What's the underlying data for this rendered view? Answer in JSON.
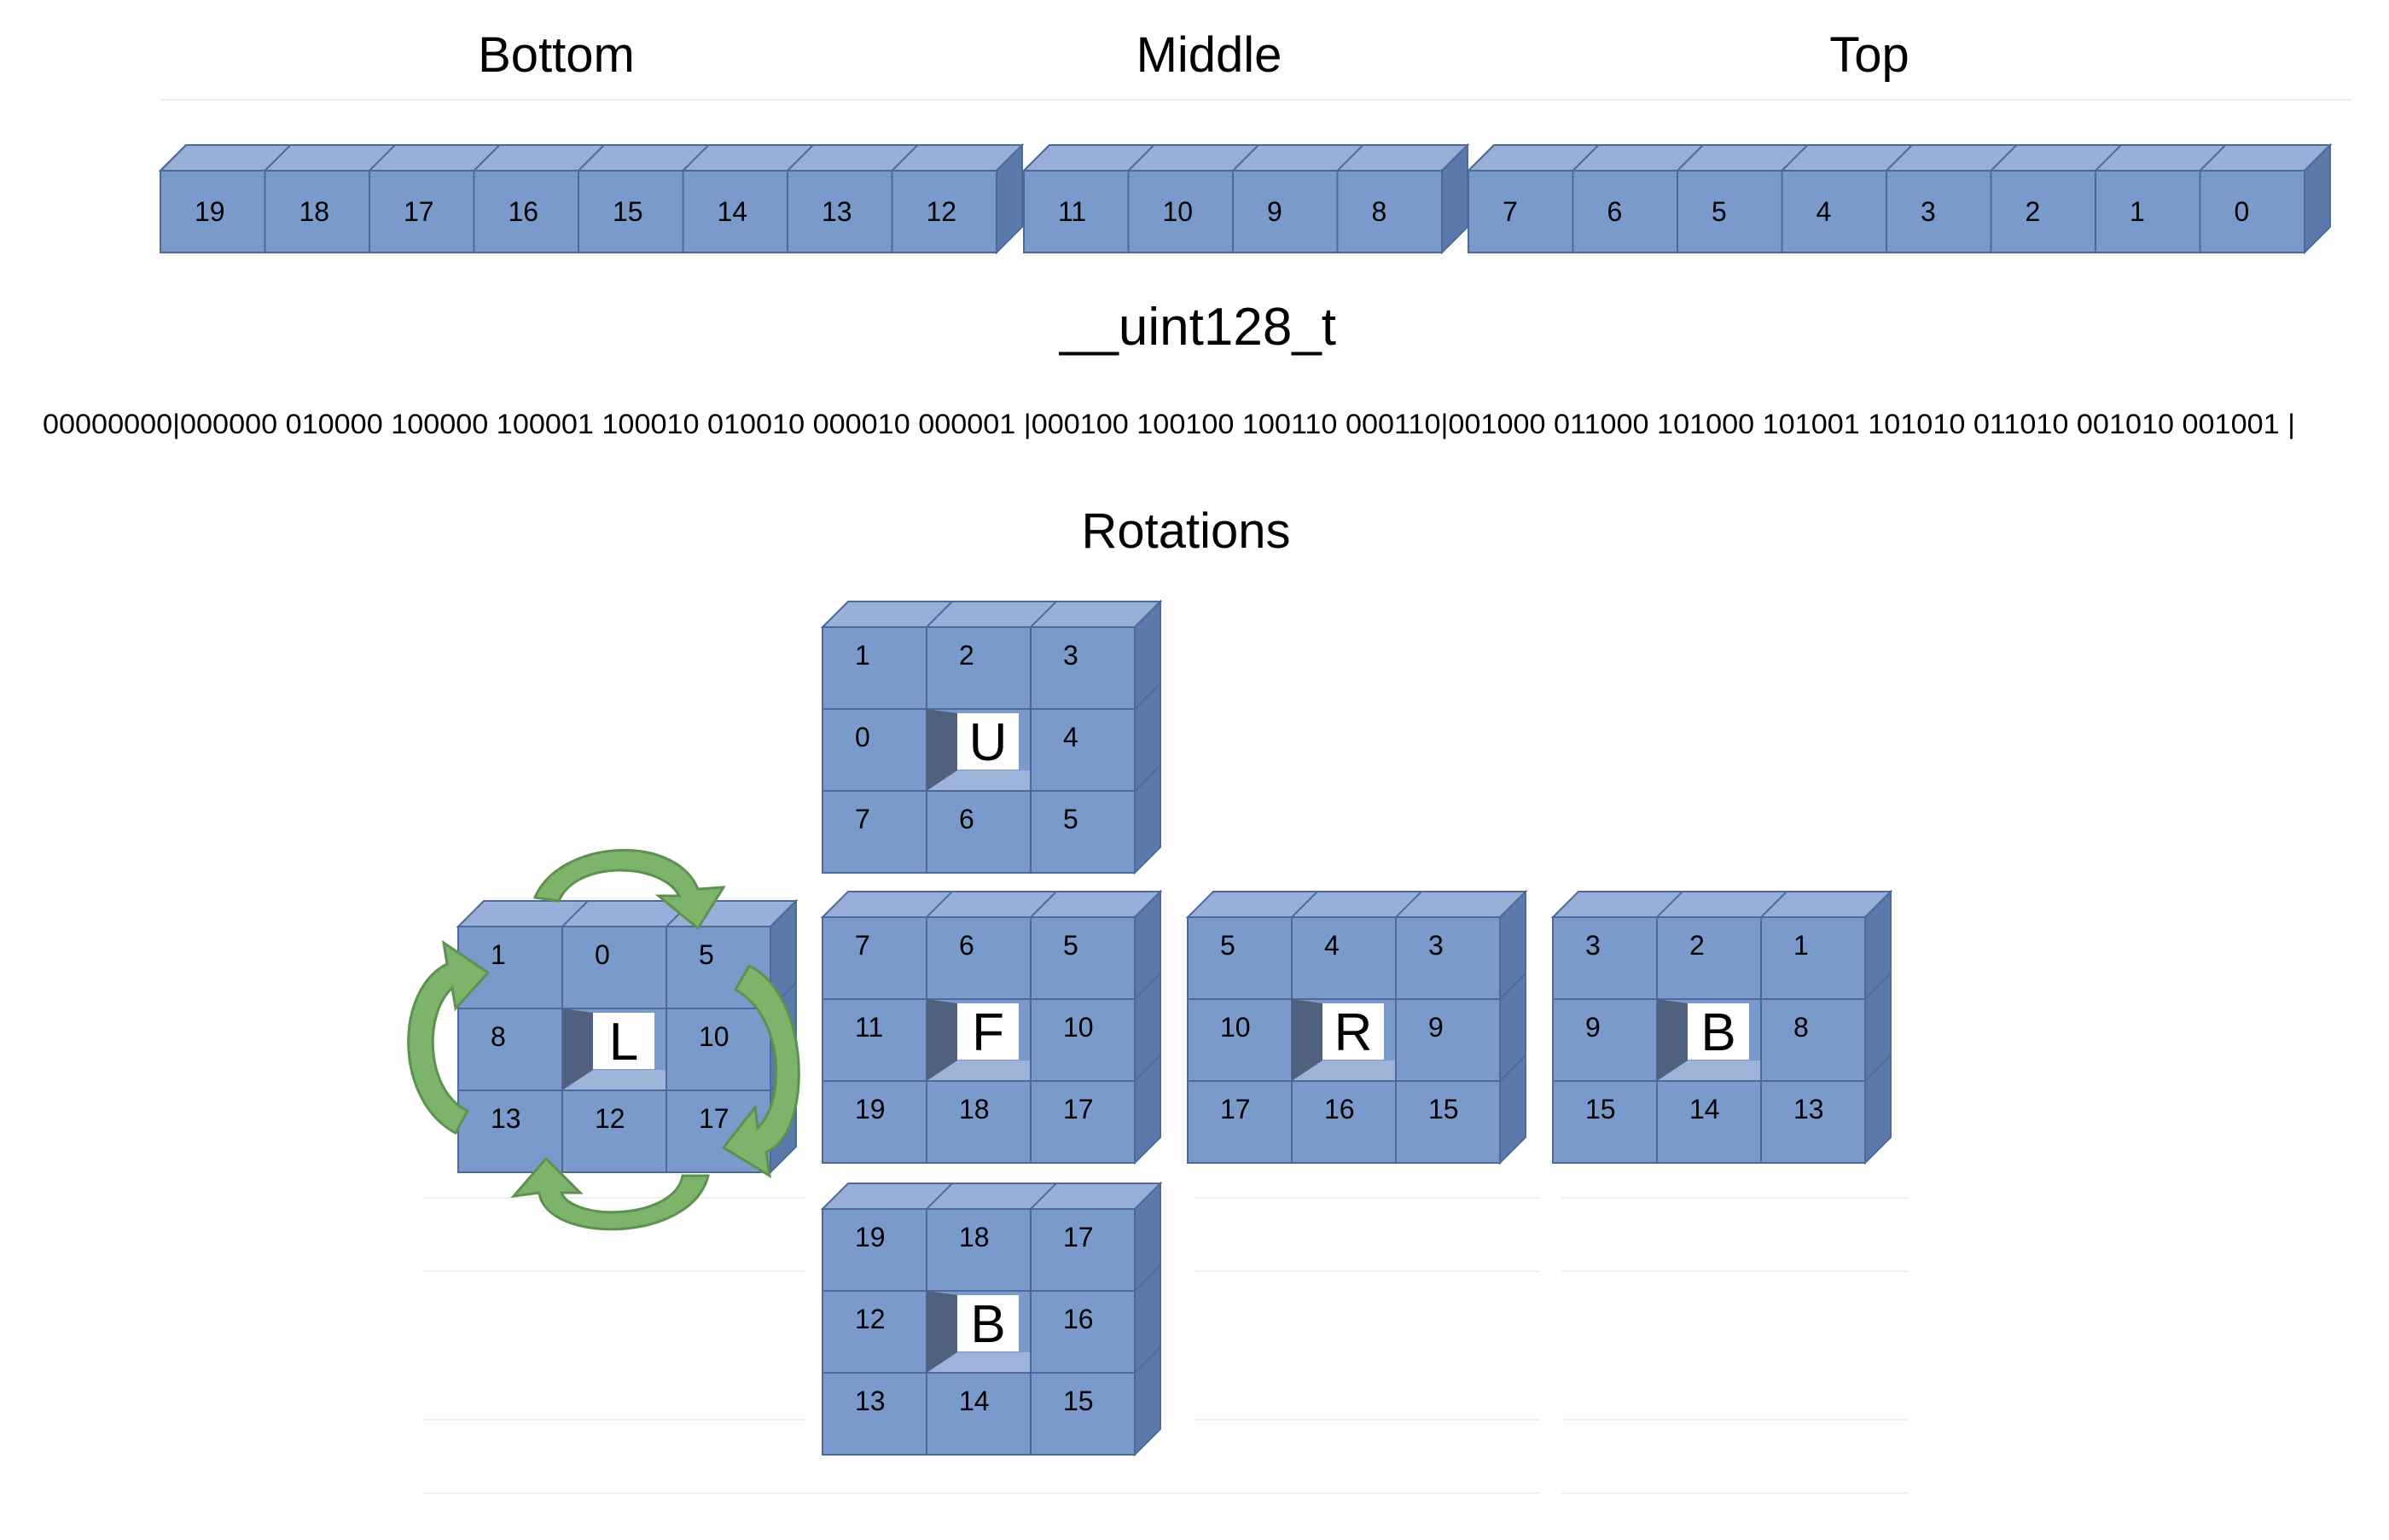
{
  "colors": {
    "cube_front": "#7a9acb",
    "cube_top": "#98b0d8",
    "cube_side": "#5b79aa",
    "cube_border": "#4d6a99",
    "hole_dark": "#50617f",
    "hole_light": "#9eb3d8",
    "arrow_fill": "#7db46c",
    "arrow_stroke": "#5d9150",
    "text": "#000000"
  },
  "sections": {
    "bottom": "Bottom",
    "middle": "Middle",
    "top": "Top"
  },
  "register": {
    "bottom_cells": [
      "19",
      "18",
      "17",
      "16",
      "15",
      "14",
      "13",
      "12"
    ],
    "middle_cells": [
      "11",
      "10",
      "9",
      "8"
    ],
    "top_cells": [
      "7",
      "6",
      "5",
      "4",
      "3",
      "2",
      "1",
      "0"
    ]
  },
  "type_label": "__uint128_t",
  "bitstring": "00000000|000000 010000 100000 100001 100010 010010 000010 000001 |000100 100100 100110 000110|001000 011000 101000 101001 101010 011010 001010 001001 |",
  "rotations_title": "Rotations",
  "faces": [
    {
      "id": "U",
      "label": "U",
      "cells": [
        "1",
        "2",
        "3",
        "0",
        "",
        "4",
        "7",
        "6",
        "5"
      ]
    },
    {
      "id": "L",
      "label": "L",
      "cells": [
        "1",
        "0",
        "5",
        "8",
        "",
        "10",
        "13",
        "12",
        "17"
      ]
    },
    {
      "id": "F",
      "label": "F",
      "cells": [
        "7",
        "6",
        "5",
        "11",
        "",
        "10",
        "19",
        "18",
        "17"
      ]
    },
    {
      "id": "R",
      "label": "R",
      "cells": [
        "5",
        "4",
        "3",
        "10",
        "",
        "9",
        "17",
        "16",
        "15"
      ]
    },
    {
      "id": "B-right",
      "label": "B",
      "cells": [
        "3",
        "2",
        "1",
        "9",
        "",
        "8",
        "15",
        "14",
        "13"
      ]
    },
    {
      "id": "B-bottom",
      "label": "B",
      "cells": [
        "19",
        "18",
        "17",
        "12",
        "",
        "16",
        "13",
        "14",
        "15"
      ]
    }
  ]
}
